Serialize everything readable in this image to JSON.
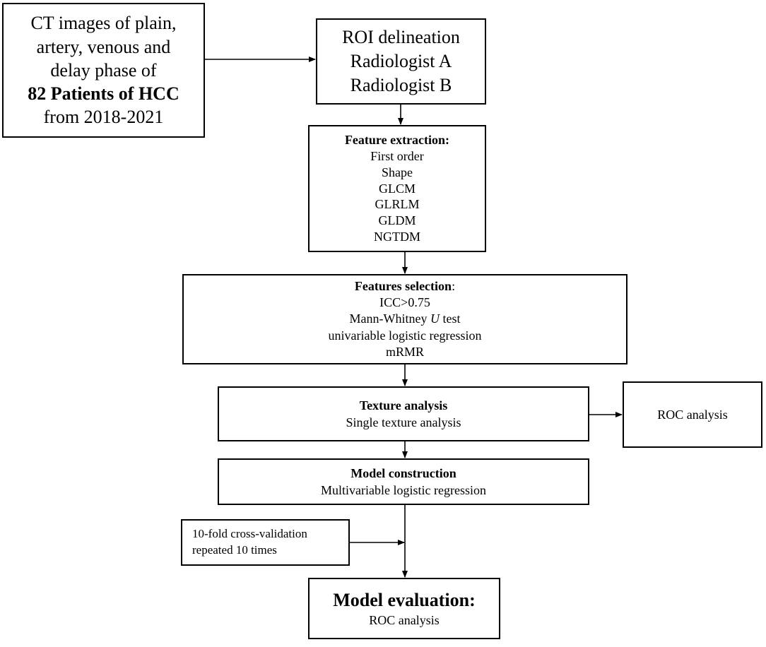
{
  "boxes": {
    "ct": {
      "line1": "CT images of plain,",
      "line2": "artery, venous and",
      "line3": "delay phase of",
      "line4": "82 Patients of HCC",
      "line5": "from 2018-2021"
    },
    "roi": {
      "line1": "ROI delineation",
      "line2": "Radiologist A",
      "line3": "Radiologist B"
    },
    "feature_extraction": {
      "title": "Feature extraction:",
      "items": [
        "First order",
        "Shape",
        "GLCM",
        "GLRLM",
        "GLDM",
        "NGTDM"
      ]
    },
    "feature_selection": {
      "title": "Features selection",
      "title_suffix": ":",
      "item1": "ICC>0.75",
      "item2_pre": "Mann-Whitney ",
      "item2_italic": "U",
      "item2_post": " test",
      "item3": "univariable logistic regression",
      "item4": "mRMR"
    },
    "texture_analysis": {
      "title": "Texture analysis",
      "subtitle": "Single texture analysis"
    },
    "roc_side": {
      "label": "ROC analysis"
    },
    "model_construction": {
      "title": "Model construction",
      "subtitle": "Multivariable logistic regression"
    },
    "cross_validation": {
      "line1": "10-fold cross-validation",
      "line2": "repeated 10 times"
    },
    "model_evaluation": {
      "title": "Model evaluation:",
      "subtitle": "ROC analysis"
    }
  },
  "colors": {
    "stroke": "#000000",
    "background": "#ffffff",
    "text": "#000000"
  }
}
